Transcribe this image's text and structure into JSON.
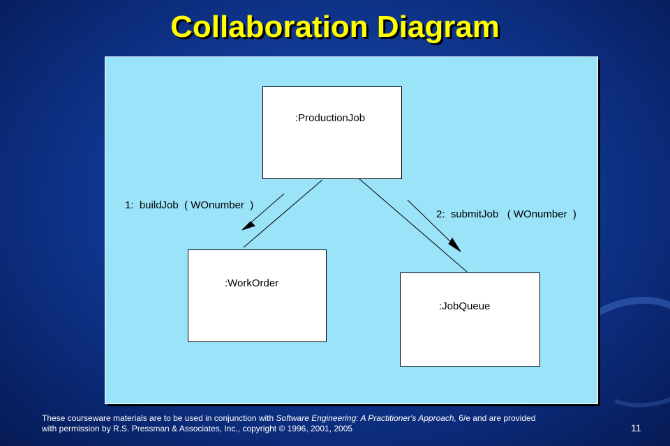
{
  "slide": {
    "title": "Collaboration Diagram",
    "page_number": "11"
  },
  "diagram": {
    "objects": {
      "production_job": ":ProductionJob",
      "work_order": ":WorkOrder",
      "job_queue": ":JobQueue"
    },
    "messages": {
      "build_job": "1:  buildJob  ( WOnumber  )",
      "submit_job": "2:  submitJob   ( WOnumber  )"
    },
    "colors": {
      "background": "#123f9e",
      "panel": "#9be3f8",
      "title": "#ffff00"
    }
  },
  "footer": {
    "line1_a": "These courseware materials are to be used in conjunction with ",
    "line1_italic": "Software Engineering:  A Practitioner's Approach,",
    "line1_b": " 6/e and are provided",
    "line2": "with permission by R.S. Pressman & Associates, Inc., copyright © 1996, 2001, 2005"
  }
}
